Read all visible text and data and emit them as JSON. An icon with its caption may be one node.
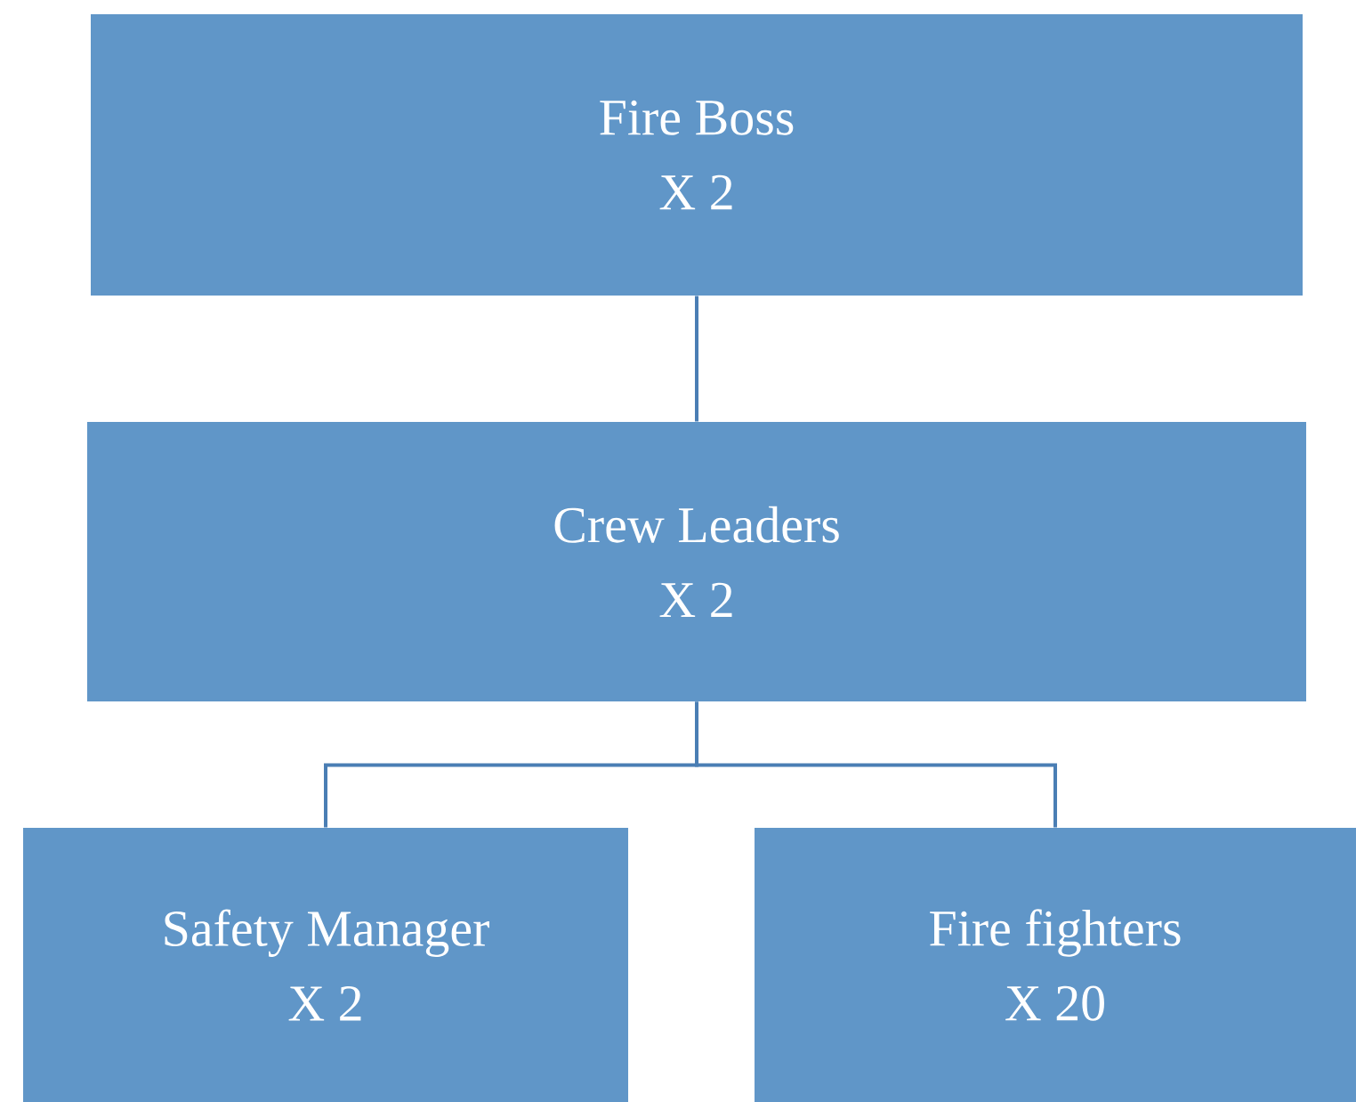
{
  "diagram": {
    "nodes": [
      {
        "text": [
          "Fire Boss",
          "X 2"
        ]
      },
      {
        "text": [
          "Crew Leaders",
          "X 2"
        ]
      },
      {
        "text": [
          "Safety Manager",
          "X 2"
        ]
      },
      {
        "text": [
          "Fire fighters",
          "X 20"
        ]
      }
    ],
    "edges": [
      {
        "from": 0,
        "to": 1,
        "arrow": "none"
      },
      {
        "from": 1,
        "to": 2,
        "arrow": "none"
      },
      {
        "from": 1,
        "to": 3,
        "arrow": "none"
      }
    ]
  }
}
